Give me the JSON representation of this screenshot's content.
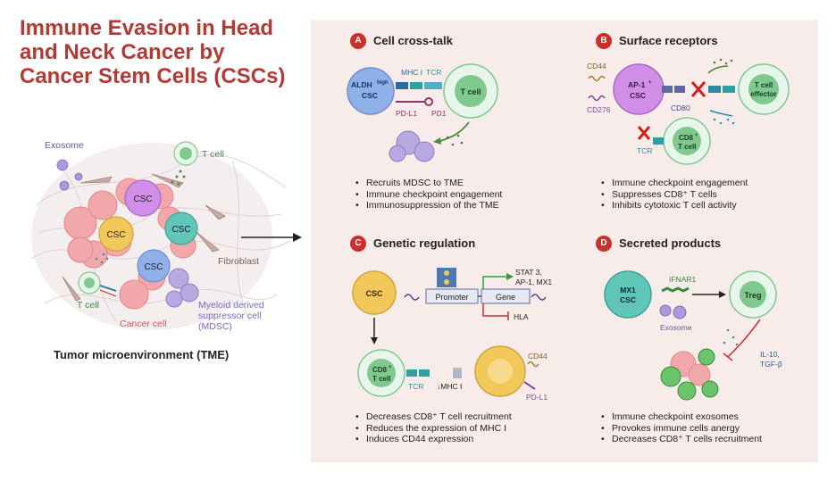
{
  "title": "Immune Evasion in Head and Neck Cancer by Cancer Stem Cells (CSCs)",
  "tme": {
    "caption": "Tumor microenvironment (TME)",
    "exosome": "Exosome",
    "t_cell_top": "T cell",
    "t_cell_bottom": "T cell",
    "fibroblast": "Fibroblast",
    "mdsc": [
      "Myeloid derived",
      "suppressor cell",
      "(MDSC)"
    ],
    "cancer_cell": "Cancer cell",
    "csc": "CSC"
  },
  "panels": {
    "a": {
      "letter": "A",
      "title": "Cell cross-talk",
      "csc": [
        "ALDH",
        "high",
        "CSC"
      ],
      "mhc": "MHC I",
      "tcr": "TCR",
      "pdl1": "PD-L1",
      "pd1": "PD1",
      "tcell": "T cell",
      "bullets": [
        "Recruits MDSC to TME",
        "Immune checkpoint engagement",
        "Immunosuppression of the TME"
      ]
    },
    "b": {
      "letter": "B",
      "title": "Surface receptors",
      "cd44": "CD44",
      "cd276": "CD276",
      "csc": [
        "AP-1",
        "+",
        "CSC"
      ],
      "cd80": "CD80",
      "teff": [
        "T cell",
        "effector"
      ],
      "cd8": [
        "CD8",
        "+",
        "T cell"
      ],
      "tcr": "TCR",
      "bullets": [
        "Immune checkpoint engagement",
        "Suppresses CD8⁺ T cells",
        "Inhibits cytotoxic T cell activity"
      ]
    },
    "c": {
      "letter": "C",
      "title": "Genetic regulation",
      "csc": "CSC",
      "promoter": "Promoter",
      "gene": "Gene",
      "targets": [
        "STAT 3,",
        "AP-1, MX1"
      ],
      "hla": "HLA",
      "cd8": [
        "CD8",
        "+",
        "T cell"
      ],
      "tcr": "TCR",
      "mhc": "↓MHC I",
      "cd44": "CD44",
      "pdl1": "PD-L1",
      "bullets": [
        "Decreases CD8⁺ T cell recruitment",
        "Reduces the expression of MHC I",
        "Induces CD44 expression"
      ]
    },
    "d": {
      "letter": "D",
      "title": "Secreted products",
      "csc": [
        "MX1",
        "CSC"
      ],
      "ifnar": "IFNAR1",
      "exosome": "Exosome",
      "treg": "Treg",
      "cytokines": [
        "IL-10,",
        "TGF-β"
      ],
      "bullets": [
        "Immune checkpoint exosomes",
        "Provokes immune cells anergy",
        "Decreases CD8⁺ T cells recruitment"
      ]
    }
  },
  "colors": {
    "title_red": "#b23a35",
    "panel_bg": "#f8ecea",
    "badge": "#c9302c",
    "csc_blue": "#8fb0e8",
    "csc_purple": "#d08ee6",
    "csc_yellow": "#f2c85a",
    "csc_teal": "#5fc6b8",
    "tcell_green": "#7fc98f",
    "mdsc_purple": "#a99ad9",
    "cancer_pink": "#f2a8ab"
  }
}
